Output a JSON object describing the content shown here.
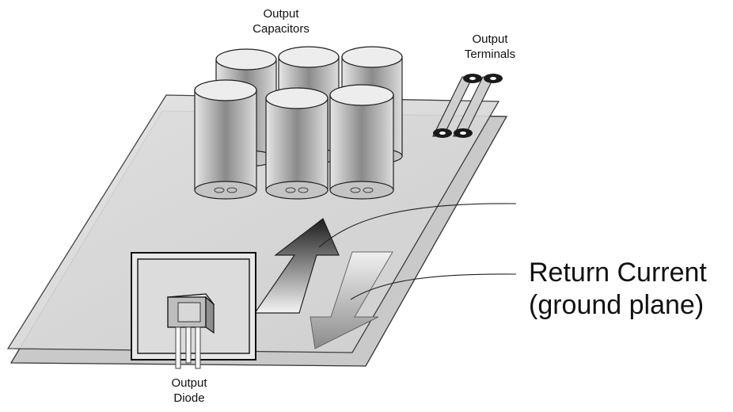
{
  "labels": {
    "output_capacitors": [
      "Output",
      "Capacitors"
    ],
    "output_terminals": [
      "Output",
      "Terminals"
    ],
    "output_diode": [
      "Output",
      "Diode"
    ],
    "return_current": [
      "Return Current",
      "(ground plane)"
    ]
  },
  "colors": {
    "background": "#ffffff",
    "board": "#d4d4d4",
    "board_edge": "#333333",
    "capacitor_fill": "#c8c8c8",
    "terminal": "#1a1a1a",
    "outline": "#222222"
  },
  "icons": {
    "capacitor": "cylinder-capacitor-icon",
    "diode": "diode-package-icon",
    "terminal": "screw-terminal-icon",
    "arrow_up": "outgoing-current-arrow",
    "arrow_down": "return-current-arrow"
  }
}
